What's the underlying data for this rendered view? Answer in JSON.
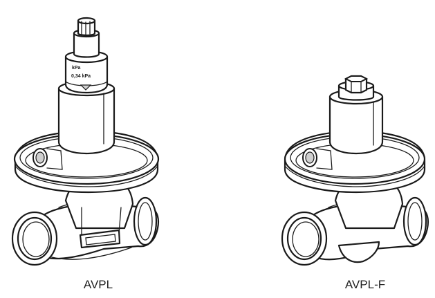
{
  "figure": {
    "left_label": "AVPL",
    "right_label": "AVPL-F",
    "left_marking_top": "kPa",
    "left_marking_bottom": "0,34 kPa"
  }
}
